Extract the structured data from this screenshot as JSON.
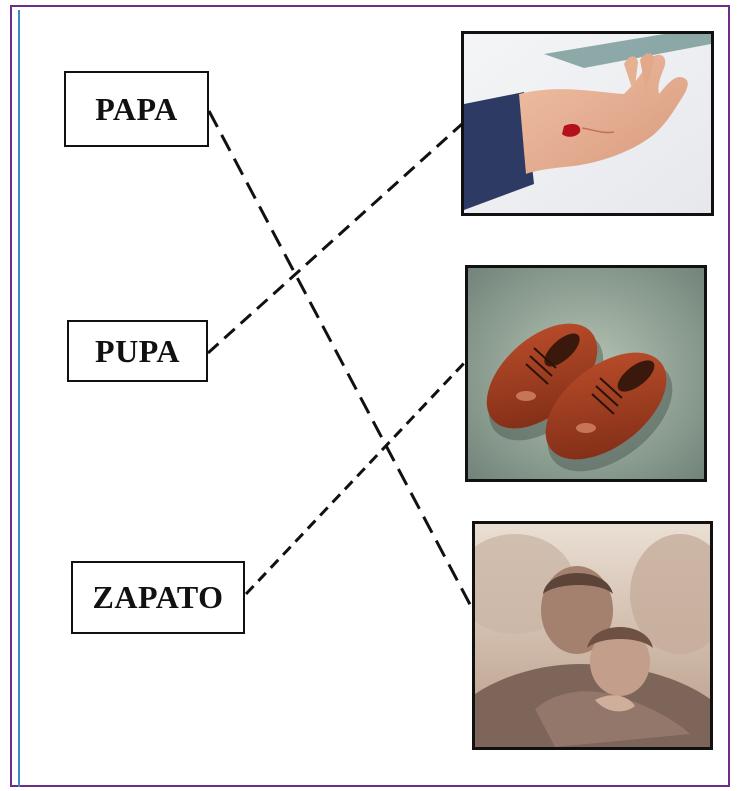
{
  "words": {
    "papa": "PAPA",
    "pupa": "PUPA",
    "zapato": "ZAPATO"
  },
  "pictures": {
    "hand": "wounded-hand-photo",
    "shoes": "brown-shoes-photo",
    "father": "father-and-child-photo"
  },
  "colors": {
    "frame_border": "#6b2d86",
    "frame_left_edge": "#3c8cc8",
    "connector": "#111111"
  },
  "matches": [
    {
      "word": "PAPA",
      "picture": "father-and-child-photo"
    },
    {
      "word": "PUPA",
      "picture": "wounded-hand-photo"
    },
    {
      "word": "ZAPATO",
      "picture": "brown-shoes-photo"
    }
  ]
}
